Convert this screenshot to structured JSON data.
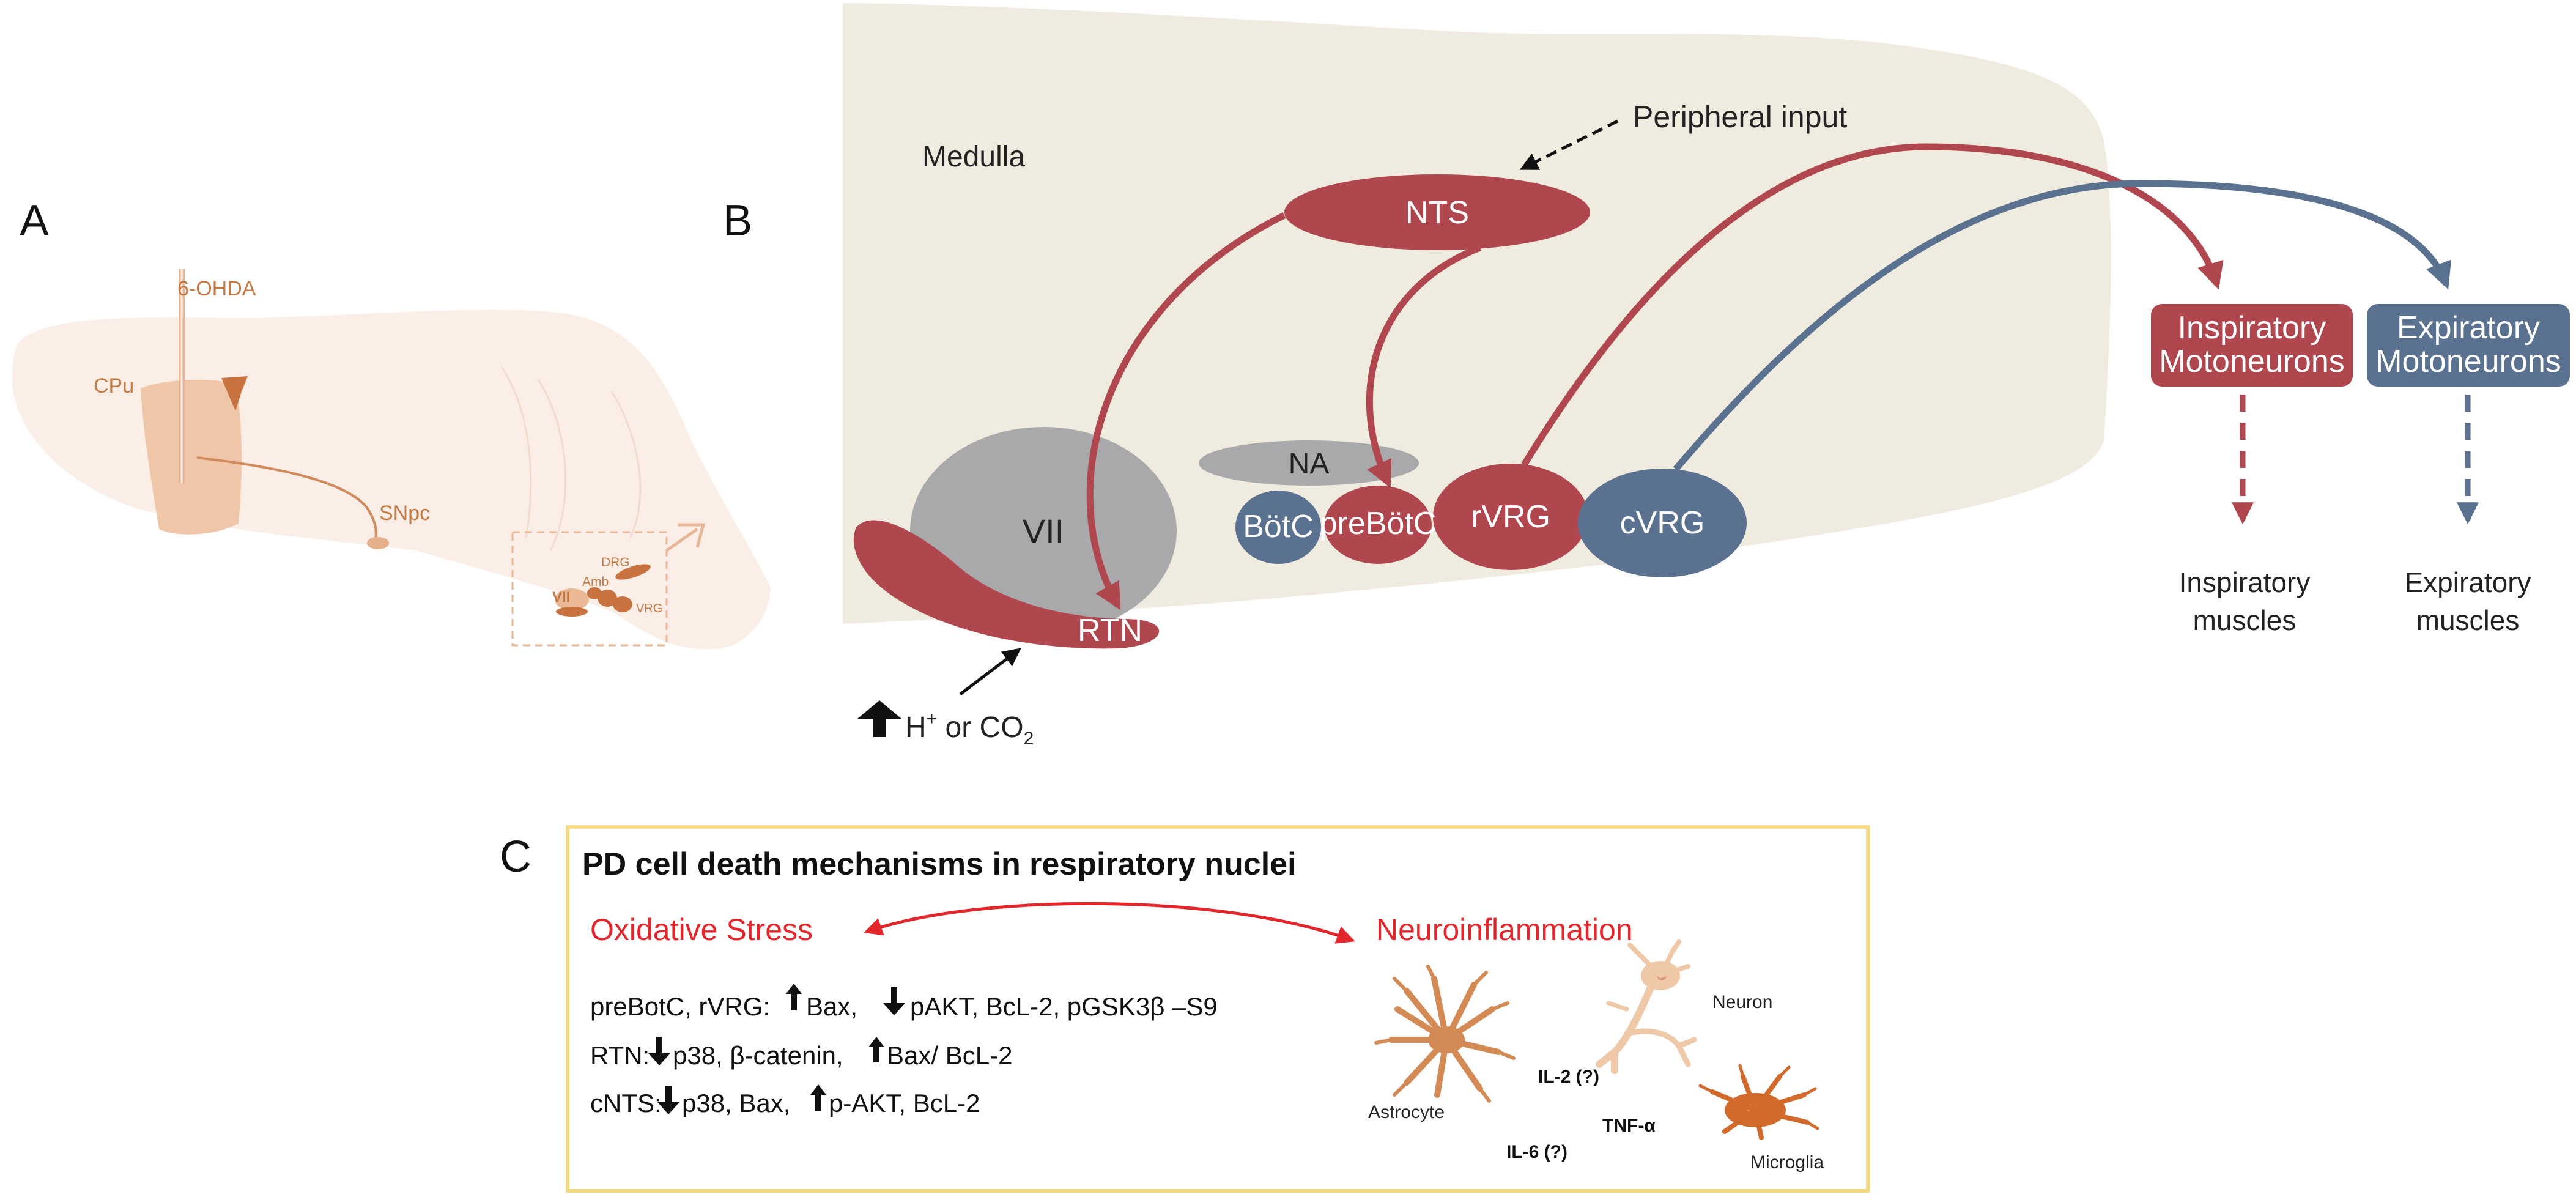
{
  "panels": {
    "a": "A",
    "b": "B",
    "c": "C"
  },
  "panel_a": {
    "ohda": "6-OHDA",
    "cpu": "CPu",
    "snpc": "SNpc",
    "drg": "DRG",
    "amb": "Amb",
    "vii": "VII",
    "vrg": "VRG"
  },
  "panel_b": {
    "medulla": "Medulla",
    "peripheral_input": "Peripheral input",
    "nts": "NTS",
    "na": "NA",
    "vii": "VII",
    "botc": "BötC",
    "prebotc": "preBötC",
    "rvrg": "rVRG",
    "cvrg": "cVRG",
    "rtn": "RTN",
    "stimulus": {
      "main": "H",
      "sup": "+",
      "mid": " or CO",
      "sub": "2"
    },
    "insp_mn": {
      "line1": "Inspiratory",
      "line2": "Motoneurons"
    },
    "exp_mn": {
      "line1": "Expiratory",
      "line2": "Motoneurons"
    },
    "insp_muscles": {
      "line1": "Inspiratory",
      "line2": "muscles"
    },
    "exp_muscles": {
      "line1": "Expiratory",
      "line2": "muscles"
    }
  },
  "panel_c": {
    "title": "PD cell death mechanisms in respiratory nuclei",
    "oxidative_stress": "Oxidative Stress",
    "neuroinflammation": "Neuroinflammation",
    "row1": {
      "region": "preBotC, rVRG: ",
      "up": " Bax, ",
      "down": " pAKT, BcL-2, pGSK3β –S9"
    },
    "row2": {
      "region": "RTN:",
      "down": "p38, β-catenin,",
      "up": " Bax/ BcL-2"
    },
    "row3": {
      "region": "cNTS:",
      "down": " p38, Bax,",
      "up": " p-AKT, BcL-2"
    },
    "astrocyte": "Astrocyte",
    "neuron": "Neuron",
    "microglia": "Microglia",
    "il2": "IL-2 (?)",
    "il6": "IL-6 (?)",
    "tnf": "TNF-α"
  },
  "colors": {
    "red_node": "#b0474f",
    "blue_node": "#5a7290",
    "gray_node": "#a9a9ab",
    "medulla_bg": "#efebdf",
    "accent_red": "#e3262b",
    "box_border": "#f5da86"
  }
}
